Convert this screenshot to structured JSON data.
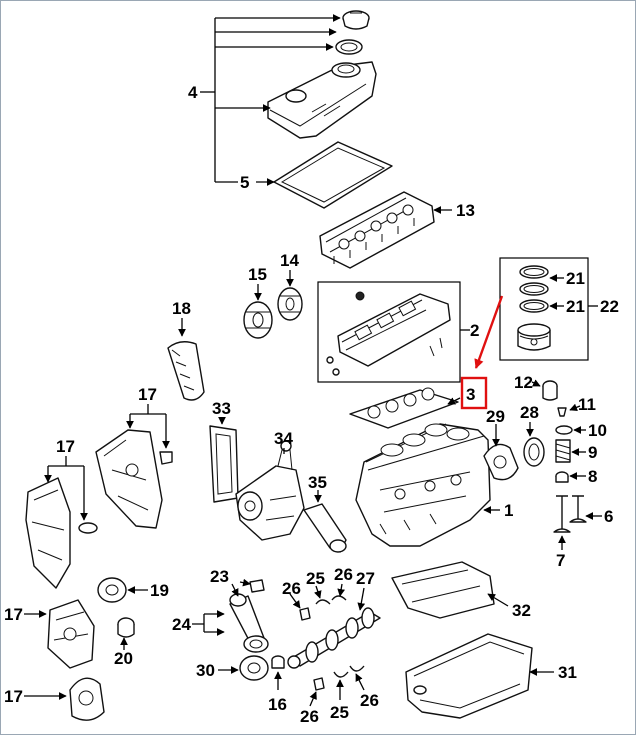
{
  "callouts": {
    "c1": "1",
    "c2": "2",
    "c3": "3",
    "c4": "4",
    "c5": "5",
    "c6": "6",
    "c7": "7",
    "c8": "8",
    "c9": "9",
    "c10": "10",
    "c11": "11",
    "c12": "12",
    "c13": "13",
    "c14": "14",
    "c15": "15",
    "c16": "16",
    "c17a": "17",
    "c17b": "17",
    "c17c": "17",
    "c17d": "17",
    "c18": "18",
    "c19": "19",
    "c20": "20",
    "c21a": "21",
    "c21b": "21",
    "c22": "22",
    "c23": "23",
    "c24": "24",
    "c25a": "25",
    "c25b": "25",
    "c26a": "26",
    "c26b": "26",
    "c26c": "26",
    "c26d": "26",
    "c27": "27",
    "c28": "28",
    "c29": "29",
    "c30": "30",
    "c31": "31",
    "c32": "32",
    "c33": "33",
    "c34": "34",
    "c35": "35"
  },
  "colors": {
    "highlight": "#e01010",
    "line": "#111111",
    "frame": "#9aa7b4"
  }
}
